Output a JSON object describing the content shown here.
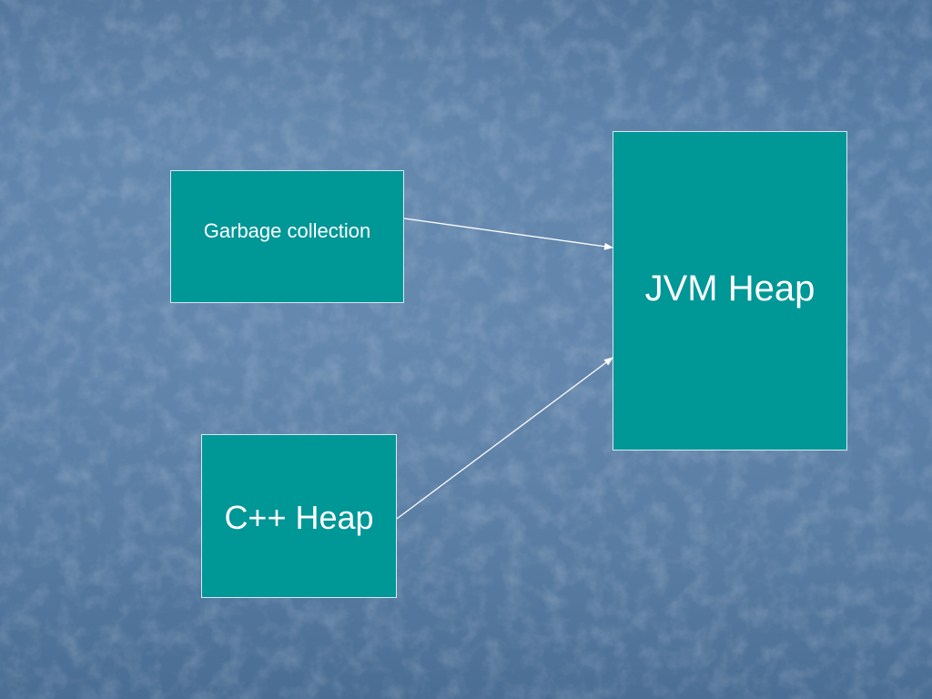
{
  "boxes": {
    "garbage_collection": "Garbage collection",
    "cpp_heap": "C++ Heap",
    "jvm_heap": "JVM Heap"
  },
  "colors": {
    "box_fill": "#009797",
    "box_border": "#d8e8f0",
    "background": "#5a7fa7",
    "text": "#ffffff",
    "arrow": "#ffffff"
  }
}
